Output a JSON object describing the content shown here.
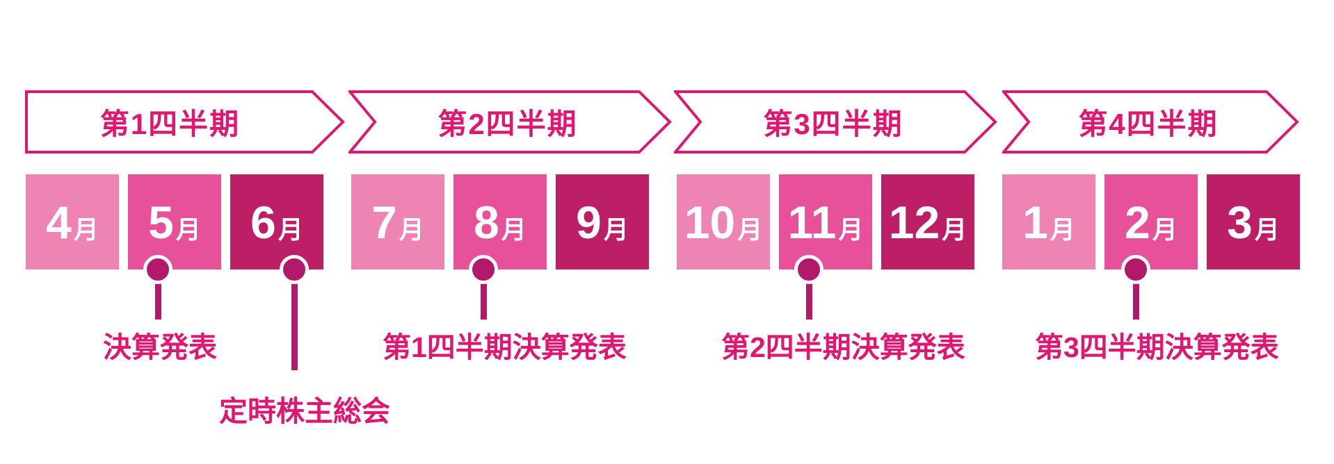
{
  "diagram_type": "fiscal-year-ir-calendar-timeline",
  "quarters": [
    {
      "banner": "第1四半期",
      "months": [
        {
          "num": "4",
          "suffix": "月"
        },
        {
          "num": "5",
          "suffix": "月"
        },
        {
          "num": "6",
          "suffix": "月"
        }
      ]
    },
    {
      "banner": "第2四半期",
      "months": [
        {
          "num": "7",
          "suffix": "月"
        },
        {
          "num": "8",
          "suffix": "月"
        },
        {
          "num": "9",
          "suffix": "月"
        }
      ]
    },
    {
      "banner": "第3四半期",
      "months": [
        {
          "num": "10",
          "suffix": "月"
        },
        {
          "num": "11",
          "suffix": "月"
        },
        {
          "num": "12",
          "suffix": "月"
        }
      ]
    },
    {
      "banner": "第4四半期",
      "months": [
        {
          "num": "1",
          "suffix": "月"
        },
        {
          "num": "2",
          "suffix": "月"
        },
        {
          "num": "3",
          "suffix": "月"
        }
      ]
    }
  ],
  "events": [
    {
      "month": "5月",
      "label": "決算発表"
    },
    {
      "month": "6月",
      "label": "定時株主総会"
    },
    {
      "month": "8月",
      "label": "第1四半期決算発表"
    },
    {
      "month": "11月",
      "label": "第2四半期決算発表"
    },
    {
      "month": "2月",
      "label": "第3四半期決算発表"
    }
  ],
  "colors": {
    "accent": "#DE1770",
    "month_light": "#EE84B3",
    "month_mid": "#E6519A",
    "month_dark": "#BC1F66",
    "marker": "#B3196B",
    "background": "#FFFFFF"
  }
}
